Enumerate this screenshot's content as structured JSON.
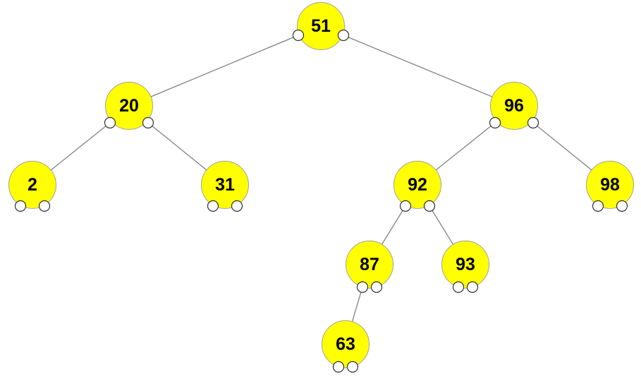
{
  "tree": {
    "node_fill": "#ffff00",
    "node_stroke": "#a0a0a0",
    "edge_color": "#808080",
    "pointer_fill": "#ffffff",
    "nodes": [
      {
        "id": "n51",
        "value": "51",
        "left": "n20",
        "right": "n96"
      },
      {
        "id": "n20",
        "value": "20",
        "left": "n2",
        "right": "n31"
      },
      {
        "id": "n96",
        "value": "96",
        "left": "n92",
        "right": "n98"
      },
      {
        "id": "n2",
        "value": "2",
        "left": null,
        "right": null
      },
      {
        "id": "n31",
        "value": "31",
        "left": null,
        "right": null
      },
      {
        "id": "n92",
        "value": "92",
        "left": "n87",
        "right": "n93"
      },
      {
        "id": "n98",
        "value": "98",
        "left": null,
        "right": null
      },
      {
        "id": "n87",
        "value": "87",
        "left": "n63",
        "right": null
      },
      {
        "id": "n93",
        "value": "93",
        "left": null,
        "right": null
      },
      {
        "id": "n63",
        "value": "63",
        "left": null,
        "right": null
      }
    ]
  }
}
